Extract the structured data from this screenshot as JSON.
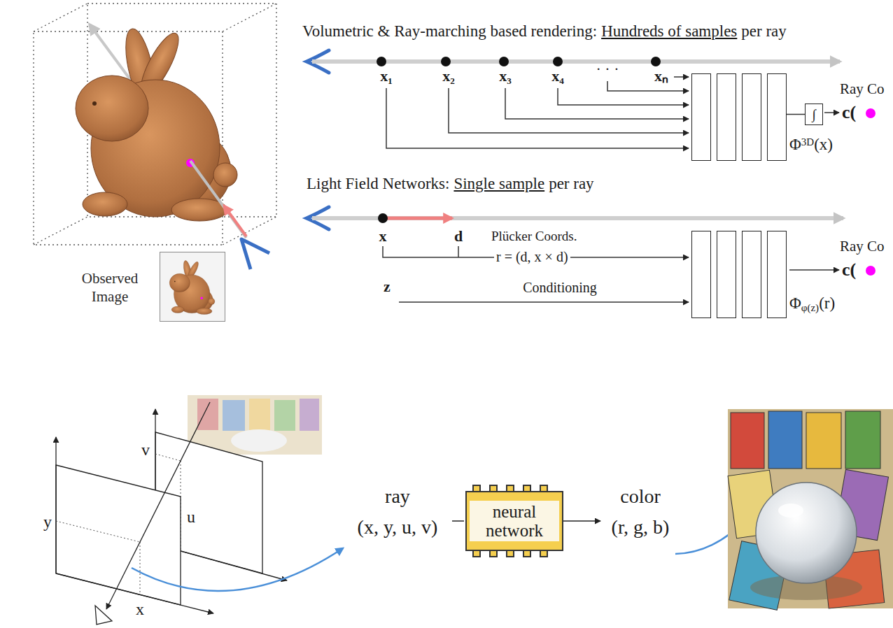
{
  "diagram": {
    "nodes": [
      {
        "text": [
          "Observed Image"
        ]
      },
      {
        "text": [
          "Φ",
          "3D",
          "(x)"
        ]
      },
      {
        "text": [
          "∫"
        ]
      },
      {
        "text": [
          "Φ",
          "φ(z)",
          "(r)"
        ]
      },
      {
        "text": [
          "neural network"
        ]
      }
    ],
    "edges": [
      {
        "from": 1,
        "to": 2,
        "arrow": "none"
      }
    ],
    "labels": [
      "Volumetric & Ray-marching based rendering:",
      "Hundreds of samples",
      "per ray",
      "x₁",
      "x₂",
      "x₃",
      "x₄",
      "· · ·",
      "xₙ",
      "Ray Co",
      "c(",
      "Light Field Networks:",
      "Single sample",
      "per ray",
      "x",
      "d",
      "Plücker Coords.",
      "r = (d, x × d)",
      "z",
      "Conditioning",
      "Ray Co",
      "c(",
      "y",
      "x",
      "u",
      "v",
      "ray",
      "(x, y, u, v)",
      "color",
      "(r, g, b)"
    ]
  }
}
